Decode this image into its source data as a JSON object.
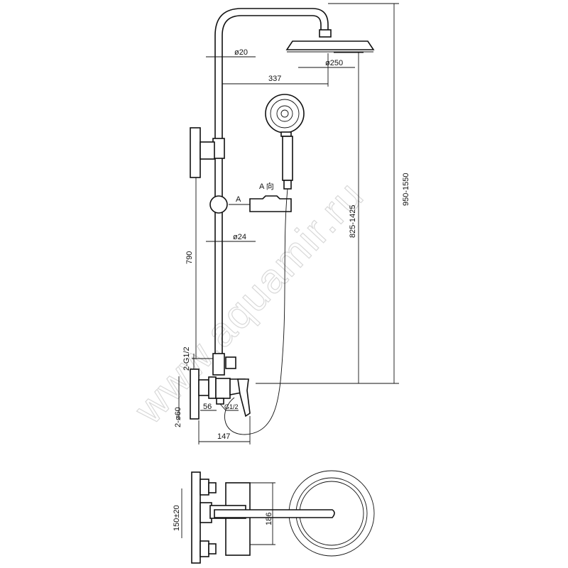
{
  "watermark": "www.aquamir.ru",
  "front_view": {
    "pipe_diameter": "ø20",
    "head_diameter": "ø250",
    "arm_reach": "337",
    "slider_view_marker": "A",
    "view_label": "A 向",
    "rail_diameter": "ø24",
    "rail_height": "790",
    "head_height_range": "825-1425",
    "total_height_range": "950-1550",
    "inlet_thread": "2-G1/2",
    "flange_diameter": "2-ø60",
    "mixer_offset": "56",
    "outlet_thread": "G1/2",
    "mixer_depth": "147"
  },
  "top_view": {
    "inlet_spacing": "150±20",
    "mixer_width": "186"
  }
}
